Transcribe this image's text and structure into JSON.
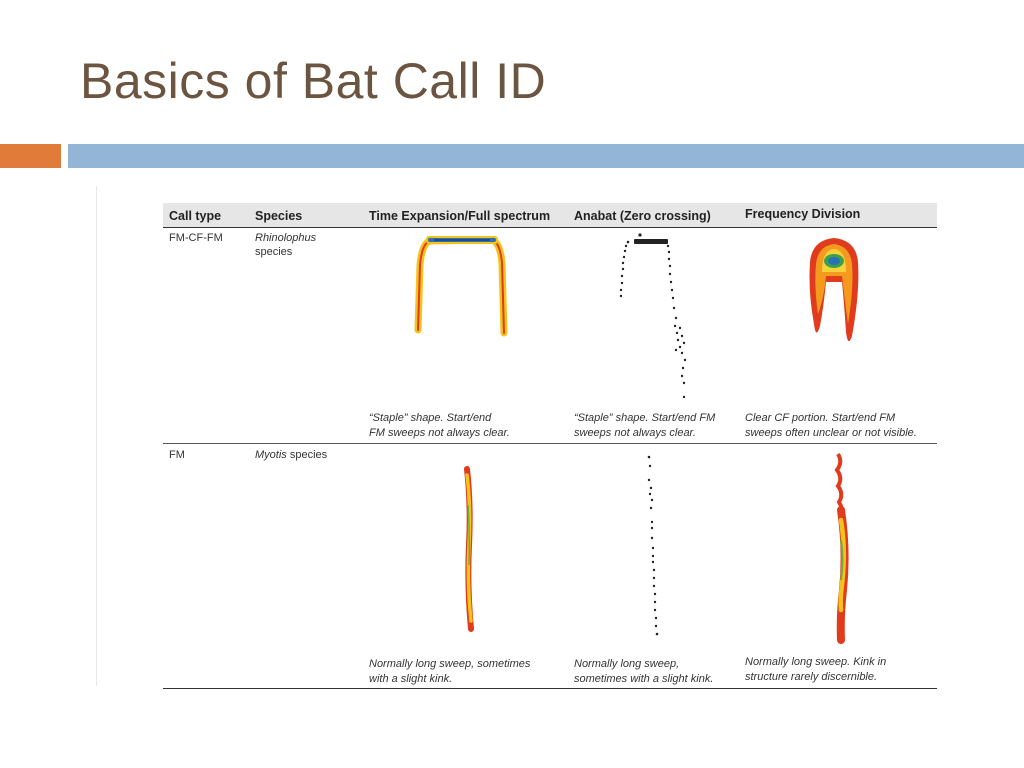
{
  "slide": {
    "title": "Basics of Bat Call ID"
  },
  "table": {
    "headers": {
      "call_type": "Call type",
      "species": "Species",
      "te": "Time Expansion/Full spectrum",
      "anabat": "Anabat (Zero crossing)",
      "fd": "Frequency Division"
    },
    "rows": [
      {
        "call_type": "FM-CF-FM",
        "species_line1": "Rhinolophus",
        "species_line2": "species",
        "te_caption": [
          "“Staple” shape. Start/end",
          "FM sweeps not always clear."
        ],
        "anabat_caption": [
          "“Staple” shape. Start/end FM",
          "sweeps not always clear."
        ],
        "fd_caption": [
          "Clear CF portion. Start/end FM",
          "sweeps often unclear or not visible."
        ]
      },
      {
        "call_type": "FM",
        "species_italic": "Myotis",
        "species_rest": " species",
        "te_caption": [
          "Normally long sweep, sometimes",
          "with a slight kink."
        ],
        "anabat_caption": [
          "Normally long sweep,",
          "sometimes with a slight kink."
        ],
        "fd_caption": [
          "Normally long sweep. Kink in",
          "structure rarely discernible."
        ]
      }
    ]
  },
  "colors": {
    "title": "#6b5440",
    "accent_orange": "#e07b39",
    "accent_blue": "#93b6d6",
    "spectrogram_hot": "#e03b1c",
    "spectrogram_mid": "#f2b21e",
    "spectrogram_core": "#2a6fb8"
  }
}
